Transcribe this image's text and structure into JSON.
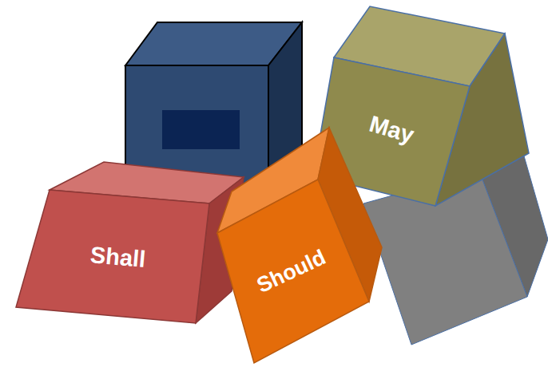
{
  "diagram": {
    "nodes": [
      {
        "text": [
          "May"
        ]
      },
      {
        "text": [
          "Shall"
        ]
      },
      {
        "text": [
          "Should"
        ]
      }
    ]
  }
}
